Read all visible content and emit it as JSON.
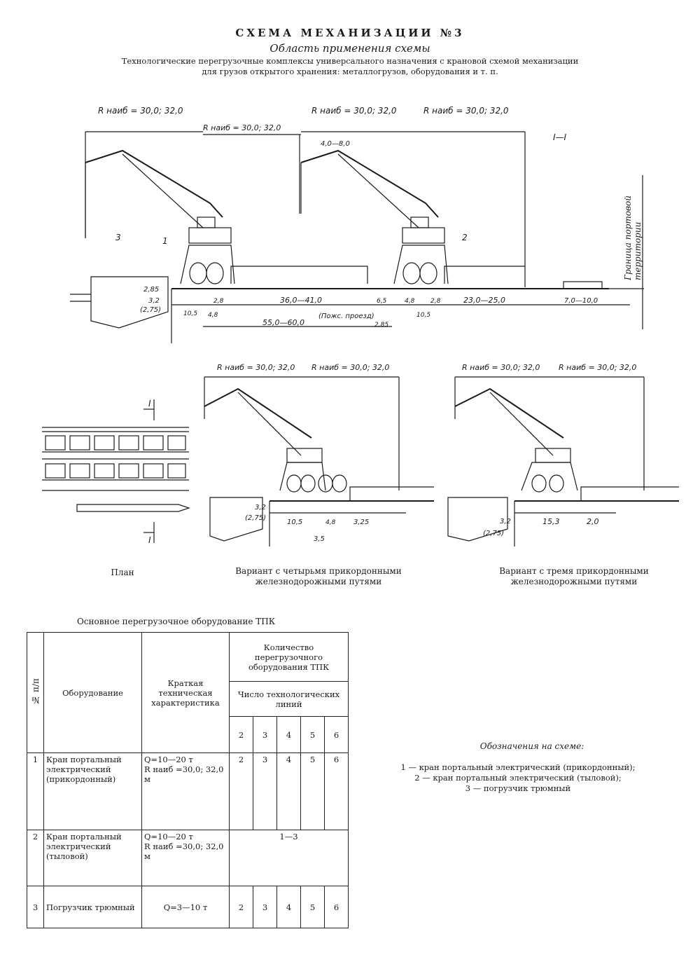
{
  "header": {
    "title": "СХЕМА МЕХАНИЗАЦИИ №3",
    "subtitle": "Область применения схемы",
    "description": "Технологические перегрузочные комплексы универсального назначения с крановой схемой механизации для грузов открытого хранения: металлогрузов, оборудования и т. п."
  },
  "section_label": "I—I",
  "boundary_label": "Граница портовой территории",
  "top_scheme": {
    "radius_left": "R наиб = 30,0; 32,0",
    "radius_mid": "R наиб = 30,0; 32,0",
    "radius_right": "R наиб = 30,0; 32,0",
    "radius_span": "R наиб = 30,0; 32,0",
    "boom_gap": "4,0—8,0",
    "label_1": "1",
    "label_2": "2",
    "label_3": "3",
    "dim_2_85": "2,85",
    "dim_3_2": "3,2",
    "dim_2_75": "(2,75)",
    "dim_10_5_a": "10,5",
    "dim_4_8_a": "4,8",
    "dim_2_8_a": "2,8",
    "dim_36_41": "36,0—41,0",
    "dim_6_5": "6,5",
    "dim_4_8_b": "4,8",
    "dim_2_8_b": "2,8",
    "dim_23_25": "23,0—25,0",
    "dim_7_10": "7,0—10,0",
    "dim_55_60": "55,0—60,0",
    "fire_passage": "(Пожс. проезд)",
    "dim_2_85_b": "2,85",
    "dim_10_5_b": "10,5"
  },
  "plan": {
    "section_mark": "I",
    "caption": "План"
  },
  "variant4": {
    "radius_left": "R наиб = 30,0; 32,0",
    "radius_right": "R наиб = 30,0; 32,0",
    "dim_3_2": "3,2",
    "dim_2_75": "(2,75)",
    "dim_10_5": "10,5",
    "dim_4_8": "4,8",
    "dim_3_25": "3,25",
    "dim_3_5": "3,5",
    "caption": "Вариант с четырьмя прикордонными железнодорожными путями"
  },
  "variant3": {
    "radius_left": "R наиб = 30,0; 32,0",
    "radius_right": "R наиб = 30,0; 32,0",
    "dim_3_2": "3,2",
    "dim_2_75": "(2,75)",
    "dim_15_3": "15,3",
    "dim_2_0": "2,0",
    "caption": "Вариант с тремя прикордонными железнодорожными путями"
  },
  "table": {
    "title": "Основное перегрузочное оборудование ТПК",
    "col_num": "№ п/п",
    "col_equipment": "Оборудование",
    "col_spec": "Краткая техническая характеристика",
    "col_qty": "Количество перегрузочного оборудования ТПК",
    "col_lines": "Число технологических линий",
    "line_counts": [
      "2",
      "3",
      "4",
      "5",
      "6"
    ],
    "rows": [
      {
        "num": "1",
        "name": "Кран портальный электрический (прикордонный)",
        "spec_q": "Q=10—20 т",
        "spec_r": "R наиб =30,0; 32,0 м",
        "values": [
          "2",
          "3",
          "4",
          "5",
          "6"
        ]
      },
      {
        "num": "2",
        "name": "Кран портальный электрический (тыловой)",
        "spec_q": "Q=10—20 т",
        "spec_r": "R наиб =30,0; 32,0 м",
        "merged": "1—3"
      },
      {
        "num": "3",
        "name": "Погрузчик трюмный",
        "spec_q": "Q=3—10 т",
        "values": [
          "2",
          "3",
          "4",
          "5",
          "6"
        ]
      }
    ]
  },
  "legend": {
    "title": "Обозначения на схеме:",
    "items": [
      "1 — кран портальный электрический (прикордонный);",
      "2 — кран портальный электрический (тыловой);",
      "3 — погрузчик трюмный"
    ]
  }
}
